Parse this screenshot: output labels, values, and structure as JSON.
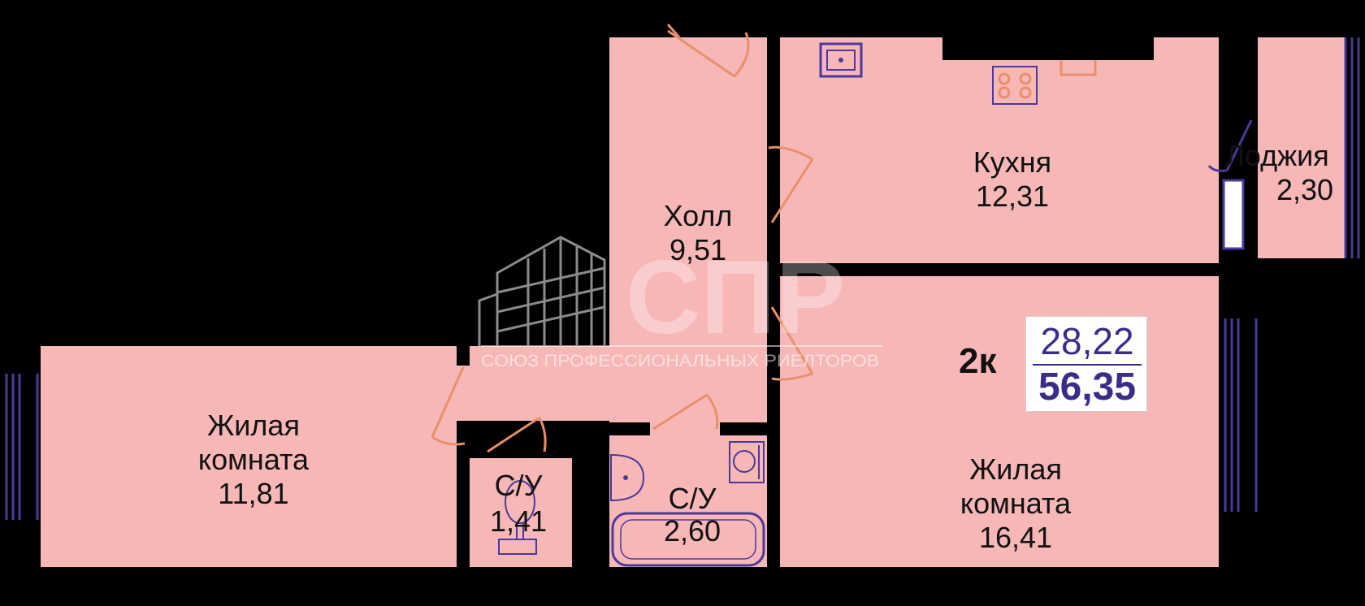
{
  "rooms": [
    {
      "id": "kitchen",
      "name": "Кухня",
      "area": "12,31"
    },
    {
      "id": "loggia",
      "name": "Лоджия",
      "area": "2,30"
    },
    {
      "id": "hall",
      "name": "Холл",
      "area": "9,51"
    },
    {
      "id": "living1",
      "name_line1": "Жилая",
      "name_line2": "комната",
      "area": "11,81"
    },
    {
      "id": "bath1",
      "name": "С/У",
      "area": "1,41"
    },
    {
      "id": "bath2",
      "name": "С/У",
      "area": "2,60"
    },
    {
      "id": "living2",
      "name_line1": "Жилая",
      "name_line2": "комната",
      "area": "16,41"
    }
  ],
  "summary": {
    "rooms_label": "2к",
    "living_area": "28,22",
    "total_area": "56,35"
  },
  "watermark": {
    "logo_text": "СПР",
    "tagline": "СОЮЗ ПРОФЕССИОНАЛЬНЫХ РИЕЛТОРОВ"
  },
  "colors": {
    "room_fill": "#f7b7b7",
    "wall": "#000000",
    "door": "#e8906a",
    "window": "#4b3a9a",
    "area_text": "#3a2d8a"
  }
}
